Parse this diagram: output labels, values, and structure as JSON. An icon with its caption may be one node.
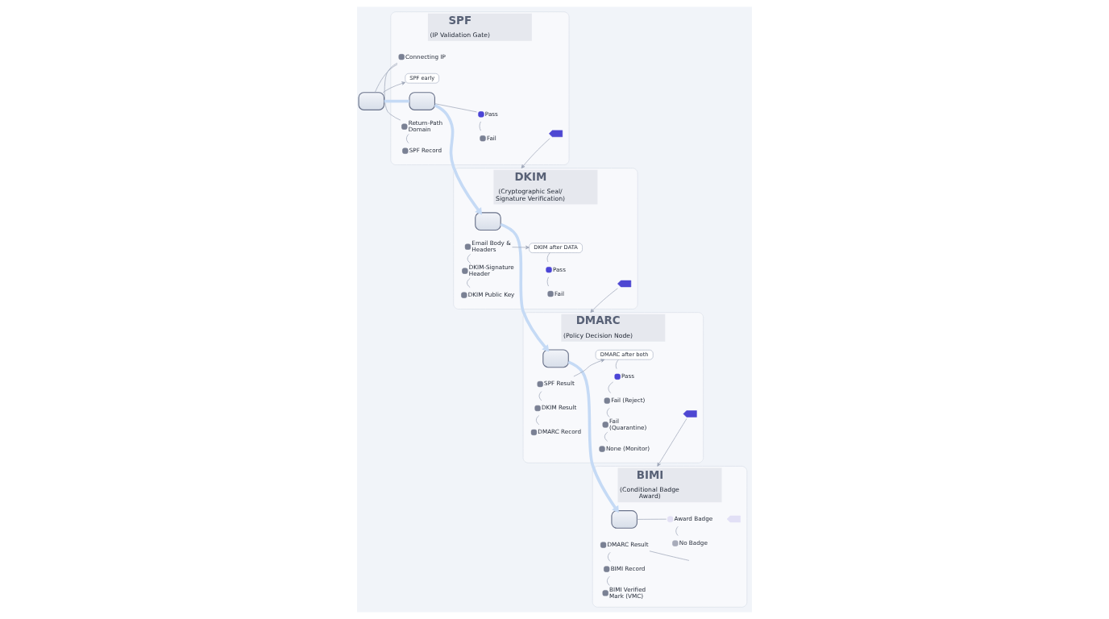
{
  "diagram": {
    "nodes": [
      {
        "text": [
          "SPF",
          "(IP Validation Gate)"
        ]
      },
      {
        "text": [
          "SPF early"
        ],
        "in": 0
      },
      {
        "text": [],
        "shape": "envelope"
      },
      {
        "text": [],
        "shape": "envelope",
        "in": 0
      },
      {
        "text": [
          "Connecting IP"
        ],
        "in": 0
      },
      {
        "text": [
          "Return-Path Domain"
        ],
        "in": 0
      },
      {
        "text": [
          "SPF Record"
        ],
        "in": 0
      },
      {
        "text": [
          "Pass"
        ],
        "in": 0
      },
      {
        "text": [
          "Fail"
        ],
        "in": 0
      },
      {
        "text": [],
        "shape": "tag",
        "in": 0
      },
      {
        "text": [
          "DKIM",
          "(Cryptographic Seal/ Signature Verification)"
        ]
      },
      {
        "text": [],
        "shape": "envelope",
        "in": 10
      },
      {
        "text": [
          "DKIM after DATA"
        ],
        "in": 10
      },
      {
        "text": [
          "Email Body & Headers"
        ],
        "in": 10
      },
      {
        "text": [
          "DKIM-Signature Header"
        ],
        "in": 10
      },
      {
        "text": [
          "DKIM Public Key"
        ],
        "in": 10
      },
      {
        "text": [
          "Pass"
        ],
        "in": 10
      },
      {
        "text": [
          "Fail"
        ],
        "in": 10
      },
      {
        "text": [],
        "shape": "tag",
        "in": 10
      },
      {
        "text": [
          "DMARC",
          "(Policy Decision Node)"
        ]
      },
      {
        "text": [],
        "shape": "envelope",
        "in": 19
      },
      {
        "text": [
          "DMARC after both"
        ],
        "in": 19
      },
      {
        "text": [
          "SPF Result"
        ],
        "in": 19
      },
      {
        "text": [
          "DKIM Result"
        ],
        "in": 19
      },
      {
        "text": [
          "DMARC Record"
        ],
        "in": 19
      },
      {
        "text": [
          "Pass"
        ],
        "in": 19
      },
      {
        "text": [
          "Fail (Reject)"
        ],
        "in": 19
      },
      {
        "text": [
          "Fail (Quarantine)"
        ],
        "in": 19
      },
      {
        "text": [
          "None (Monitor)"
        ],
        "in": 19
      },
      {
        "text": [],
        "shape": "tag",
        "in": 19
      },
      {
        "text": [
          "BIMI",
          "(Conditional Badge Award)"
        ]
      },
      {
        "text": [],
        "shape": "envelope",
        "in": 30
      },
      {
        "text": [
          "DMARC Result"
        ],
        "in": 30
      },
      {
        "text": [
          "BIMI Record"
        ],
        "in": 30
      },
      {
        "text": [
          "BIMI Verified Mark (VMC)"
        ],
        "in": 30
      },
      {
        "text": [
          "Award Badge"
        ],
        "in": 30
      },
      {
        "text": [
          "No Badge"
        ],
        "in": 30
      },
      {
        "text": [],
        "shape": "tag",
        "in": 30
      }
    ],
    "edges": [
      {
        "from": 2,
        "to": 3,
        "arrow": "none",
        "style": "thick",
        "color": "#c5daf5"
      },
      {
        "from": 3,
        "to": 11,
        "arrow": "to",
        "style": "thick",
        "color": "#c5daf5"
      },
      {
        "from": 11,
        "to": 20,
        "arrow": "to",
        "style": "thick",
        "color": "#c5daf5"
      },
      {
        "from": 20,
        "to": 31,
        "arrow": "to",
        "style": "thick",
        "color": "#c5daf5"
      },
      {
        "from": 2,
        "to": 1,
        "arrow": "to"
      },
      {
        "from": 2,
        "to": 4,
        "arrow": "none"
      },
      {
        "from": 4,
        "to": 5,
        "arrow": "none"
      },
      {
        "from": 5,
        "to": 6,
        "arrow": "none"
      },
      {
        "from": 3,
        "to": 7,
        "arrow": "none"
      },
      {
        "from": 7,
        "to": 8,
        "arrow": "none"
      },
      {
        "from": 9,
        "to": 10,
        "arrow": "to"
      },
      {
        "from": 13,
        "to": 12,
        "arrow": "to"
      },
      {
        "from": 13,
        "to": 14,
        "arrow": "none"
      },
      {
        "from": 14,
        "to": 15,
        "arrow": "none"
      },
      {
        "from": 12,
        "to": 16,
        "arrow": "none"
      },
      {
        "from": 16,
        "to": 17,
        "arrow": "none"
      },
      {
        "from": 18,
        "to": 19,
        "arrow": "to"
      },
      {
        "from": 22,
        "to": 21,
        "arrow": "to"
      },
      {
        "from": 22,
        "to": 23,
        "arrow": "none"
      },
      {
        "from": 23,
        "to": 24,
        "arrow": "none"
      },
      {
        "from": 21,
        "to": 25,
        "arrow": "none"
      },
      {
        "from": 25,
        "to": 26,
        "arrow": "none"
      },
      {
        "from": 26,
        "to": 27,
        "arrow": "none"
      },
      {
        "from": 27,
        "to": 28,
        "arrow": "none"
      },
      {
        "from": 29,
        "to": 30,
        "arrow": "to"
      },
      {
        "from": null,
        "to": 32,
        "arrow": "none"
      },
      {
        "from": 32,
        "to": 33,
        "arrow": "none"
      },
      {
        "from": 33,
        "to": 34,
        "arrow": "none"
      },
      {
        "from": 31,
        "to": 35,
        "arrow": "none"
      },
      {
        "from": 35,
        "to": 36,
        "arrow": "none"
      }
    ]
  }
}
